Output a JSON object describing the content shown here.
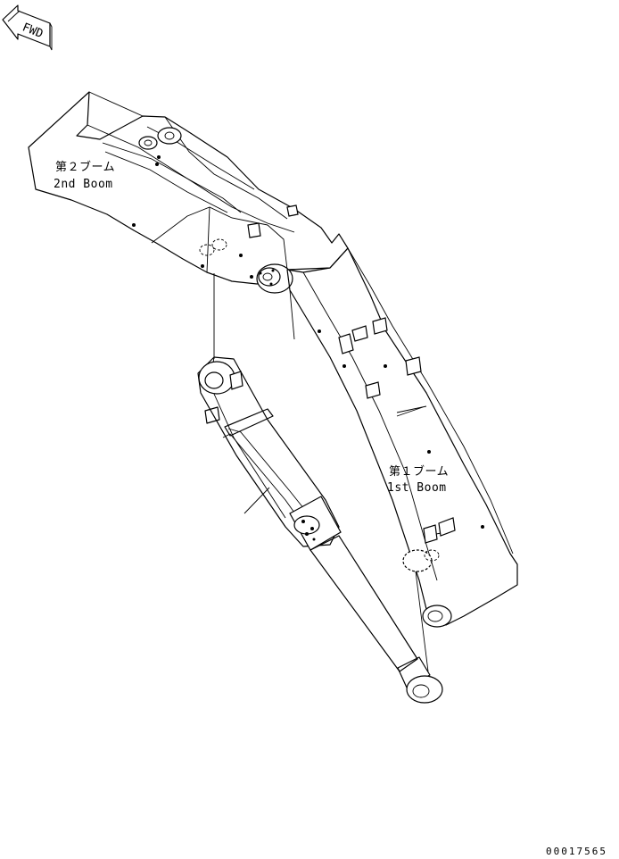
{
  "direction_indicator": {
    "text": "FWD"
  },
  "labels": {
    "boom2_jp": "第２ブーム",
    "boom2_en": "2nd Boom",
    "boom1_jp": "第１ブーム",
    "boom1_en": "1st Boom"
  },
  "drawing_number": "00017565",
  "icons": [
    "fwd-arrow-icon"
  ]
}
